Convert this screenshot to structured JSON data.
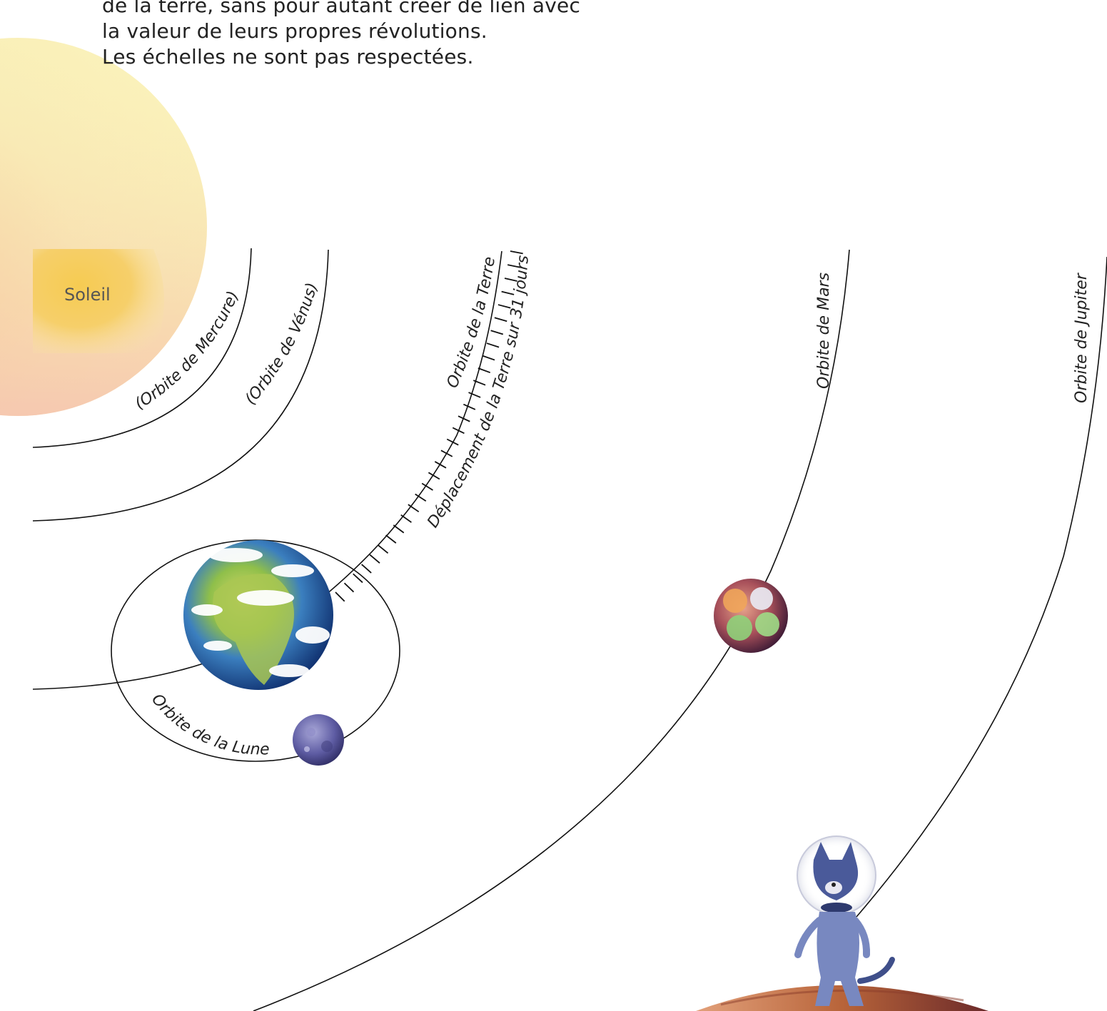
{
  "intro_lines": [
    "de la terre, sans pour autant créer de lien avec",
    "la valeur de leurs propres révolutions.",
    "Les échelles ne sont pas respectées."
  ],
  "labels": {
    "sun": "Soleil",
    "mercury_orbit": "(Orbite de Mercure)",
    "venus_orbit": "(Orbite de Vénus)",
    "earth_orbit": "Orbite de la Terre",
    "earth_travel": "Déplacement de la Terre sur 31 jours",
    "mars_orbit": "Orbite de Mars",
    "jupiter_orbit": "Orbite de Jupiter",
    "moon_orbit": "Orbite de la Lune"
  },
  "earth_travel_days": 31,
  "colors": {
    "sun_light": "#f8f0b4",
    "sun_dark": "#f6c77e",
    "sun_rim": "#f6c3b0",
    "orbit_line": "#111111",
    "earth_ocean": "#1f4e9a",
    "earth_land": "#9cc24a",
    "mars": "#7a3b45",
    "moon": "#5b5aa0",
    "jupiter": "#b8643a",
    "wolf": "#4a5a9a"
  }
}
